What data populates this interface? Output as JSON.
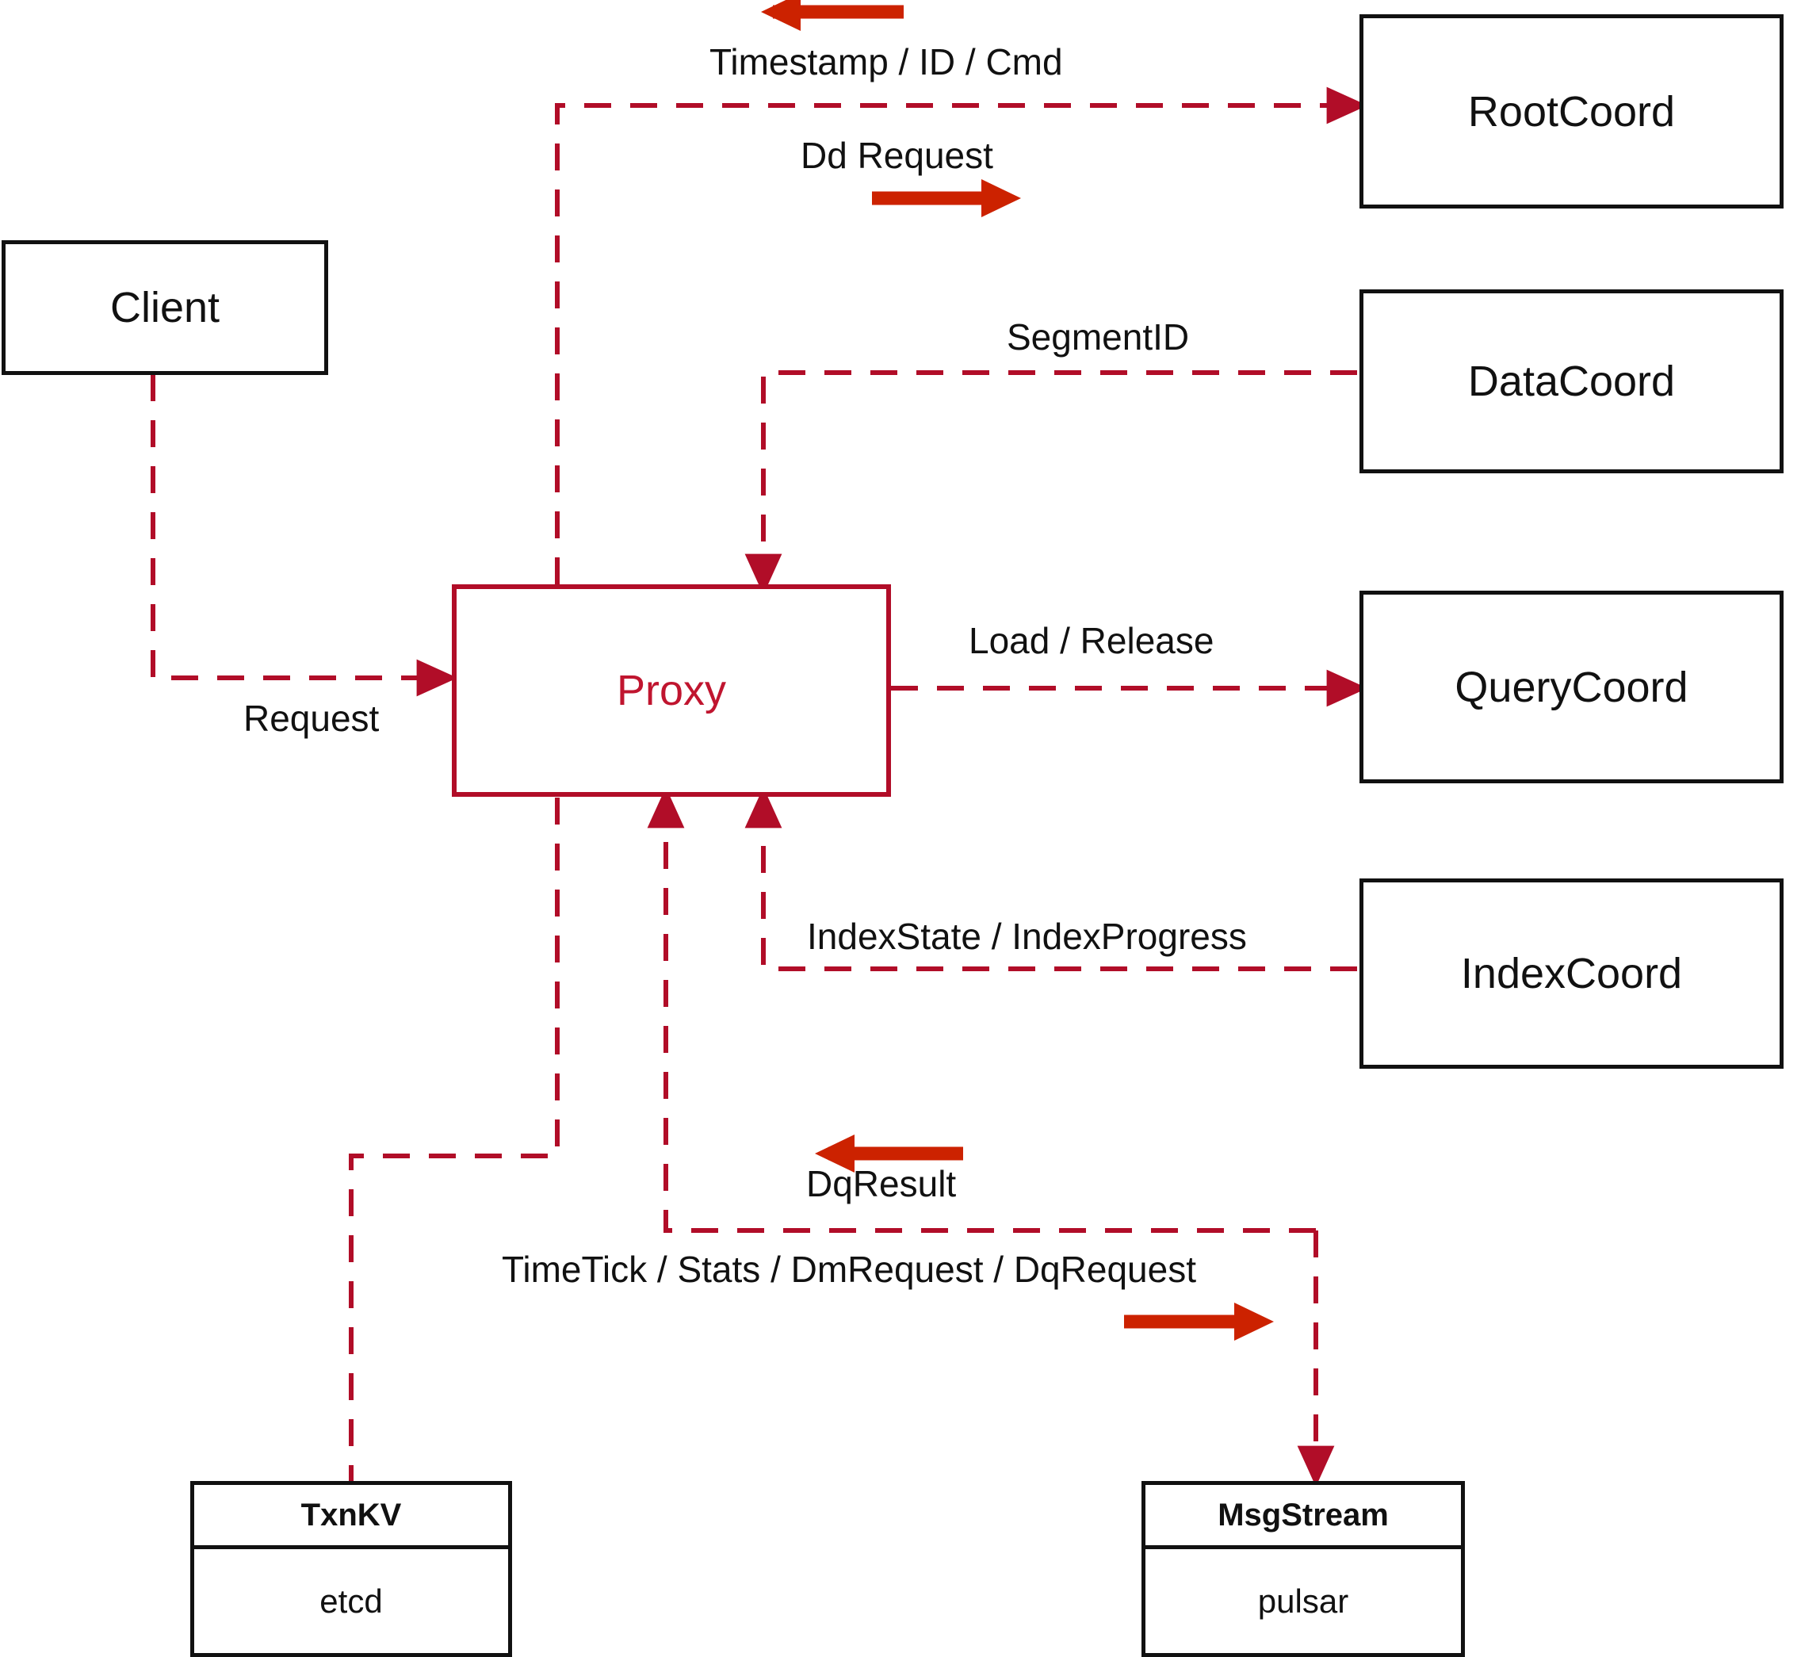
{
  "diagram": {
    "title": "Milvus Proxy interaction diagram",
    "colors": {
      "dashed_red": "#b10d28",
      "solid_arrow_red": "#cc2200",
      "node_border": "#111111",
      "proxy_border": "#b10d28",
      "proxy_text": "#c0152f"
    },
    "nodes": [
      {
        "id": "client",
        "label": "Client",
        "style": "black-box"
      },
      {
        "id": "proxy",
        "label": "Proxy",
        "style": "red-box"
      },
      {
        "id": "rootcoord",
        "label": "RootCoord",
        "style": "black-box"
      },
      {
        "id": "datacoord",
        "label": "DataCoord",
        "style": "black-box"
      },
      {
        "id": "querycoord",
        "label": "QueryCoord",
        "style": "black-box"
      },
      {
        "id": "indexcoord",
        "label": "IndexCoord",
        "style": "black-box"
      }
    ],
    "split_nodes": [
      {
        "id": "txnkv",
        "header": "TxnKV",
        "body": "etcd"
      },
      {
        "id": "msgstream",
        "header": "MsgStream",
        "body": "pulsar"
      }
    ],
    "edge_labels": [
      {
        "id": "timestamp-id-cmd",
        "text": "Timestamp / ID / Cmd"
      },
      {
        "id": "dd-request",
        "text": "Dd Request"
      },
      {
        "id": "segment-id",
        "text": "SegmentID"
      },
      {
        "id": "request",
        "text": "Request"
      },
      {
        "id": "load-release",
        "text": "Load / Release"
      },
      {
        "id": "index-state",
        "text": "IndexState / IndexProgress"
      },
      {
        "id": "dq-result",
        "text": "DqResult"
      },
      {
        "id": "timetick-stats",
        "text": "TimeTick / Stats / DmRequest / DqRequest"
      }
    ]
  }
}
